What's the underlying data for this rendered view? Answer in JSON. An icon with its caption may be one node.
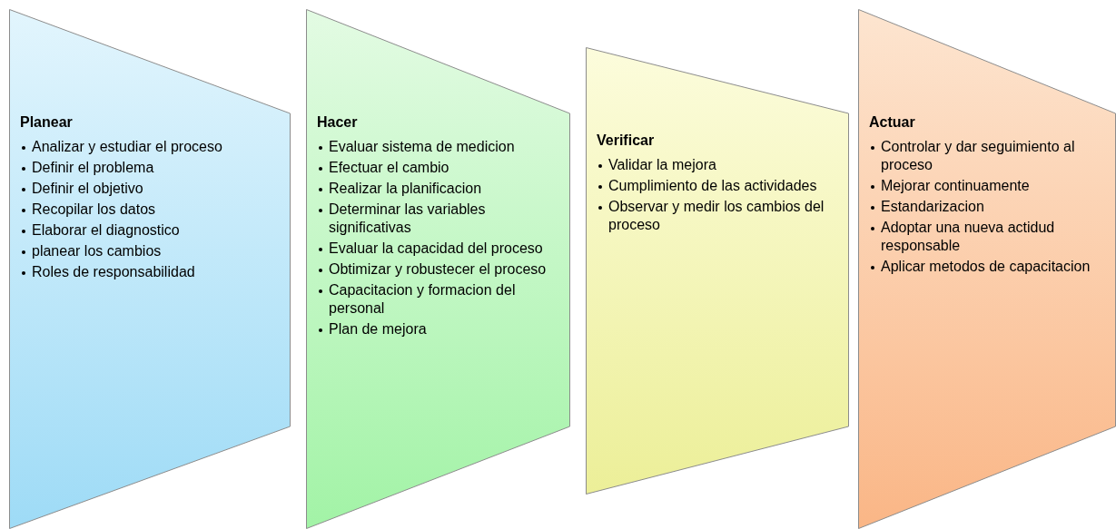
{
  "diagram": {
    "nodes": [
      {
        "text": [
          "Planear",
          "Analizar y estudiar el proceso",
          "Definir el problema",
          "Definir el objetivo",
          "Recopilar los datos",
          "Elaborar el diagnostico",
          "planear los cambios",
          "Roles de responsabilidad"
        ]
      },
      {
        "text": [
          "Hacer",
          "Evaluar sistema de medicion",
          "Efectuar el cambio",
          "Realizar la planificacion",
          "Determinar las variables significativas",
          "Evaluar la capacidad del proceso",
          "Obtimizar y robustecer el proceso",
          "Capacitacion y formacion del personal",
          "Plan de mejora"
        ]
      },
      {
        "text": [
          "Verificar",
          "Validar la mejora",
          "Cumplimiento de las actividades",
          "Observar  y medir los cambios del proceso"
        ]
      },
      {
        "text": [
          "Actuar",
          "Controlar y dar seguimiento al proceso",
          "Mejorar continuamente",
          "Estandarizacion",
          "Adoptar una nueva actidud responsable",
          "Aplicar metodos de capacitacion"
        ]
      }
    ],
    "edges": []
  }
}
